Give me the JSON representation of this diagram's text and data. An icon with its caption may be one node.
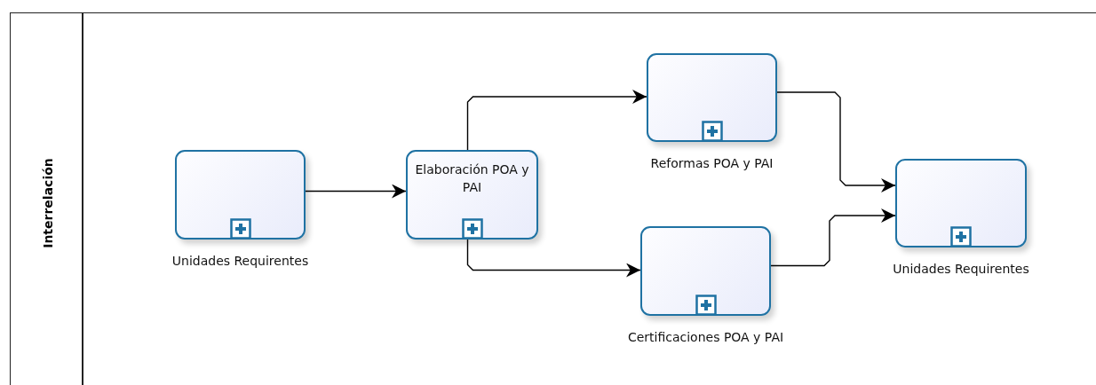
{
  "diagram": {
    "nodes": [
      {
        "text": [
          "Interrelación"
        ]
      },
      {
        "text": [
          "Unidades Requirentes"
        ],
        "in": 0
      },
      {
        "text": [
          "Elaboración POA y PAI"
        ],
        "in": 0
      },
      {
        "text": [
          "Reformas POA y PAI"
        ],
        "in": 0
      },
      {
        "text": [
          "Certificaciones POA y PAI"
        ],
        "in": 0
      },
      {
        "text": [
          "Unidades Requirentes"
        ],
        "in": 0
      }
    ],
    "edges": [
      {
        "from": 1,
        "to": 2,
        "arrow": "to"
      },
      {
        "from": 2,
        "to": 3,
        "arrow": "to"
      },
      {
        "from": 2,
        "to": 4,
        "arrow": "to"
      },
      {
        "from": 3,
        "to": 5,
        "arrow": "to"
      },
      {
        "from": 4,
        "to": 5,
        "arrow": "to"
      }
    ]
  }
}
